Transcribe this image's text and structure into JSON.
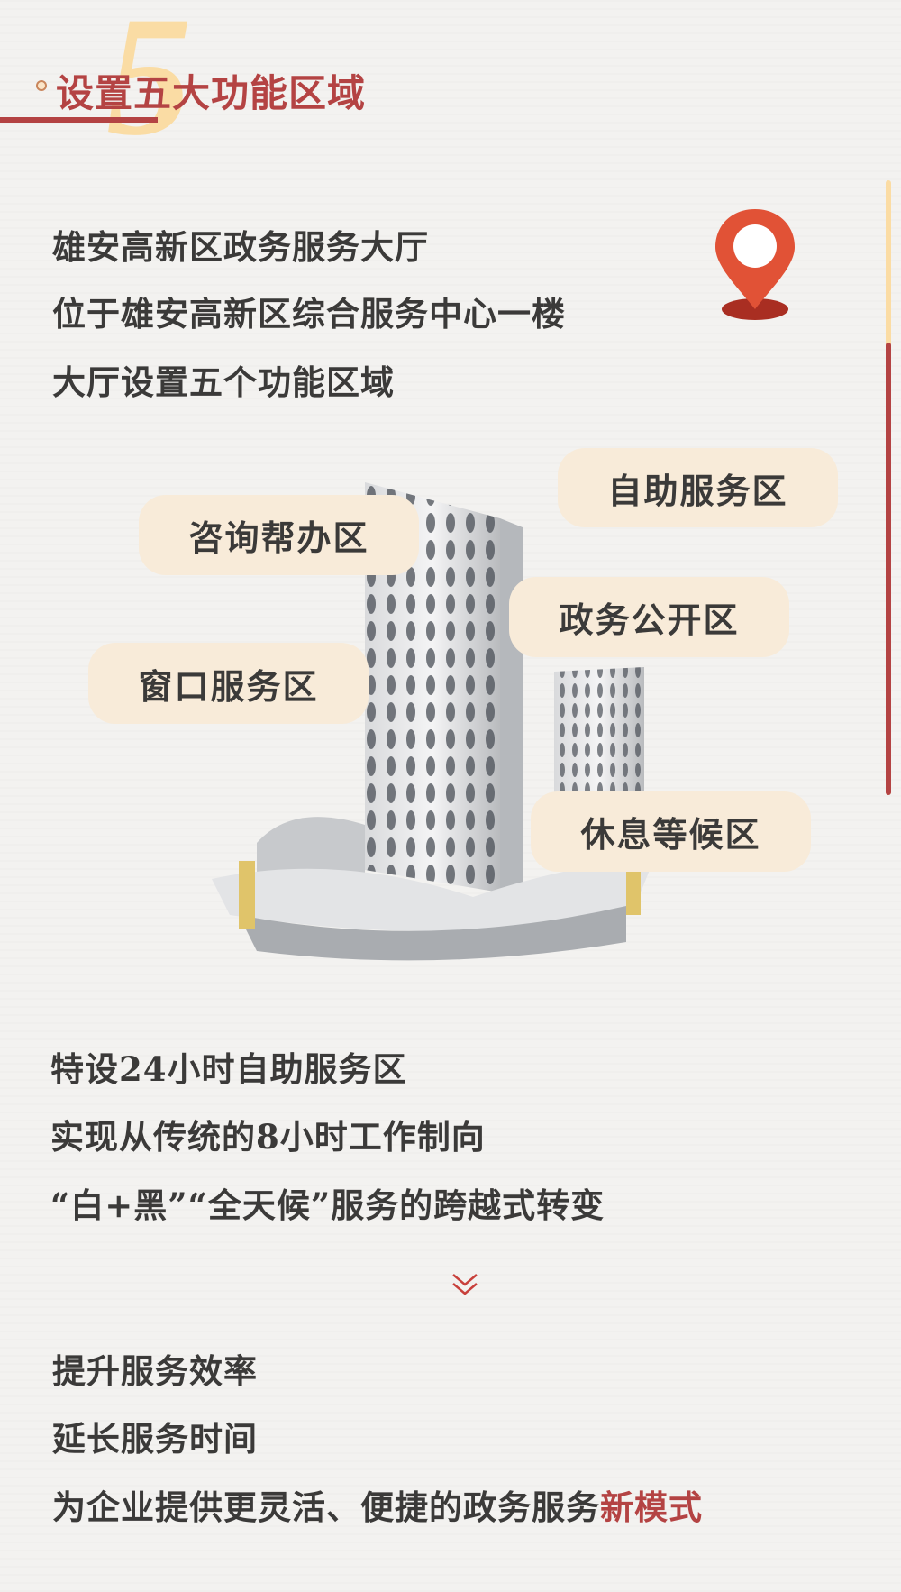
{
  "header": {
    "number": "5",
    "title": "设置五大功能区域"
  },
  "intro": [
    "雄安高新区政务服务大厅",
    "位于雄安高新区综合服务中心一楼",
    "大厅设置五个功能区域"
  ],
  "zones": [
    "自助服务区",
    "咨询帮办区",
    "政务公开区",
    "窗口服务区",
    "休息等候区"
  ],
  "feature": [
    "特设24小时自助服务区",
    "实现从传统的8小时工作制向",
    "“白+黑”“全天候”服务的跨越式转变"
  ],
  "benefits": [
    "提升服务效率",
    "延长服务时间"
  ],
  "closing": {
    "prefix": "为企业提供更灵活、便捷的政务服务",
    "highlight": "新模式"
  },
  "icons": {
    "location": "map-pin-icon",
    "more": "double-chevron-down-icon"
  },
  "colors": {
    "accent": "#b44343",
    "pin": "#e15236",
    "bubble": "#f8ebd9",
    "number": "#fadca4"
  }
}
